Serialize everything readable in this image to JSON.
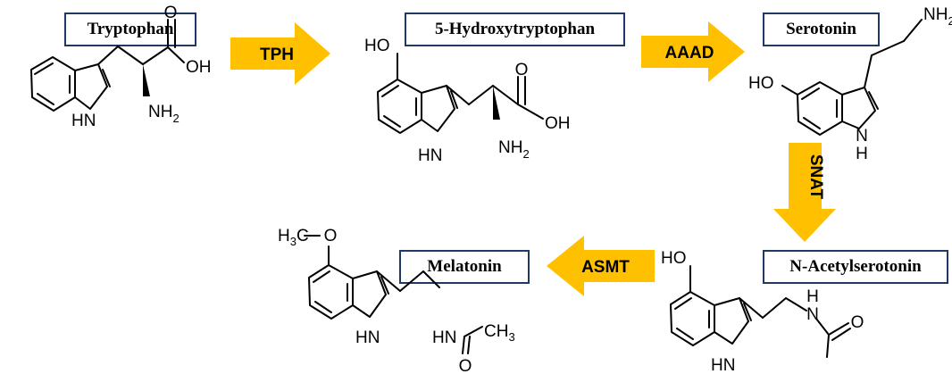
{
  "colors": {
    "arrow": "#FFC000",
    "box_border": "#1F3864",
    "bond": "#000000"
  },
  "pathway": [
    {
      "compound": "Tryptophan"
    },
    {
      "enzyme": "TPH"
    },
    {
      "compound": "5-Hydroxytryptophan"
    },
    {
      "enzyme": "AAAD"
    },
    {
      "compound": "Serotonin"
    },
    {
      "enzyme": "SNAT"
    },
    {
      "compound": "N-Acetylserotonin"
    },
    {
      "enzyme": "ASMT"
    },
    {
      "compound": "Melatonin"
    }
  ],
  "atom_labels": {
    "oh": "OH",
    "ho": "HO",
    "o": "O",
    "nh2": "NH",
    "two": "2",
    "hn": "HN",
    "nh": "NH",
    "n": "N",
    "h": "H",
    "hn_amide": "HN",
    "ch3": "CH",
    "three": "3",
    "h3c": "H",
    "c": "C"
  }
}
